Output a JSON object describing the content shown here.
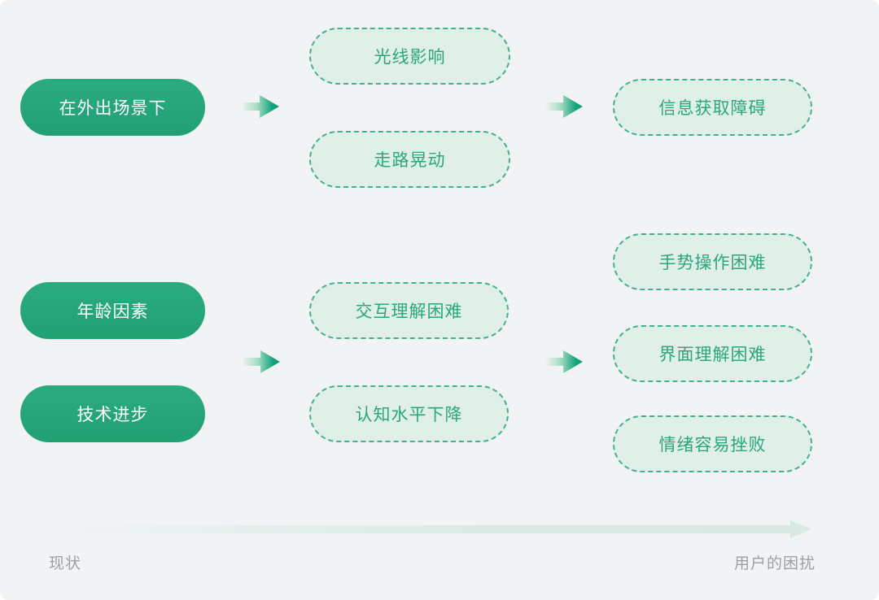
{
  "diagram": {
    "nodes": {
      "cause_outdoor": "在外出场景下",
      "cause_age": "年龄因素",
      "cause_tech": "技术进步",
      "mid_light": "光线影响",
      "mid_walk": "走路晃动",
      "mid_interaction": "交互理解困难",
      "mid_cognition": "认知水平下降",
      "effect_info": "信息获取障碍",
      "effect_gesture": "手势操作困难",
      "effect_interface": "界面理解困难",
      "effect_emotion": "情绪容易挫败"
    },
    "axis": {
      "left_label": "现状",
      "right_label": "用户的困扰"
    },
    "colors": {
      "background": "#f1f3f5",
      "solid_pill": "#26a67c",
      "solid_pill_text": "#ffffff",
      "dashed_pill_fill": "#e1efe9",
      "dashed_pill_border": "#44b08c",
      "dashed_pill_text": "#2aa87c",
      "arrow_head": "#0ba276",
      "axis_arrow": "#d9e9e3",
      "axis_label_text": "#9aa1a9"
    }
  }
}
